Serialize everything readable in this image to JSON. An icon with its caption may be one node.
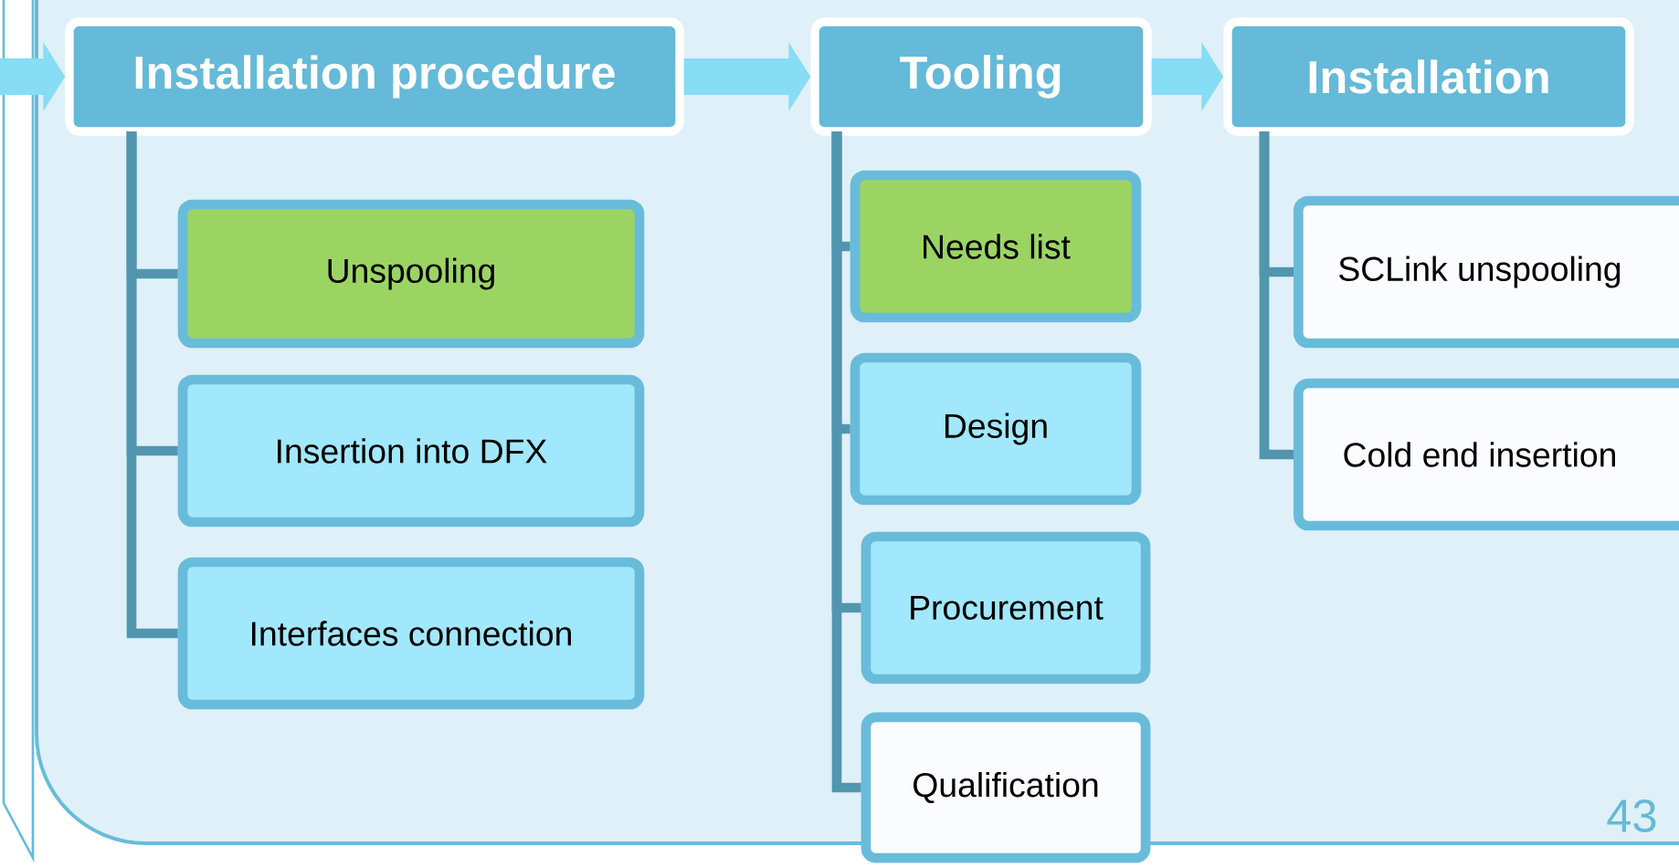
{
  "diagram": {
    "nodes": [
      {
        "text": [
          "Installation procedure"
        ]
      },
      {
        "text": [
          "Tooling"
        ]
      },
      {
        "text": [
          "Installation"
        ]
      },
      {
        "text": [
          "Unspooling"
        ]
      },
      {
        "text": [
          "Insertion into DFX"
        ]
      },
      {
        "text": [
          "Interfaces connection"
        ]
      },
      {
        "text": [
          "Needs list"
        ]
      },
      {
        "text": [
          "Design"
        ]
      },
      {
        "text": [
          "Procurement"
        ]
      },
      {
        "text": [
          "Qualification"
        ]
      },
      {
        "text": [
          "SCLink unspooling"
        ]
      },
      {
        "text": [
          "Cold end insertion"
        ]
      }
    ],
    "edges": [
      {
        "from": null,
        "to": 0,
        "arrow": "to",
        "style": "thick"
      },
      {
        "from": 0,
        "to": 1,
        "arrow": "to",
        "style": "thick"
      },
      {
        "from": 1,
        "to": 2,
        "arrow": "to",
        "style": "thick"
      },
      {
        "from": 0,
        "to": 3,
        "arrow": "none"
      },
      {
        "from": 0,
        "to": 4,
        "arrow": "none"
      },
      {
        "from": 0,
        "to": 5,
        "arrow": "none"
      },
      {
        "from": 1,
        "to": 6,
        "arrow": "none"
      },
      {
        "from": 1,
        "to": 7,
        "arrow": "none"
      },
      {
        "from": 1,
        "to": 8,
        "arrow": "none"
      },
      {
        "from": 1,
        "to": 9,
        "arrow": "none"
      },
      {
        "from": 2,
        "to": 10,
        "arrow": "none"
      },
      {
        "from": 2,
        "to": 11,
        "arrow": "none"
      }
    ],
    "labels": [
      "43"
    ]
  }
}
